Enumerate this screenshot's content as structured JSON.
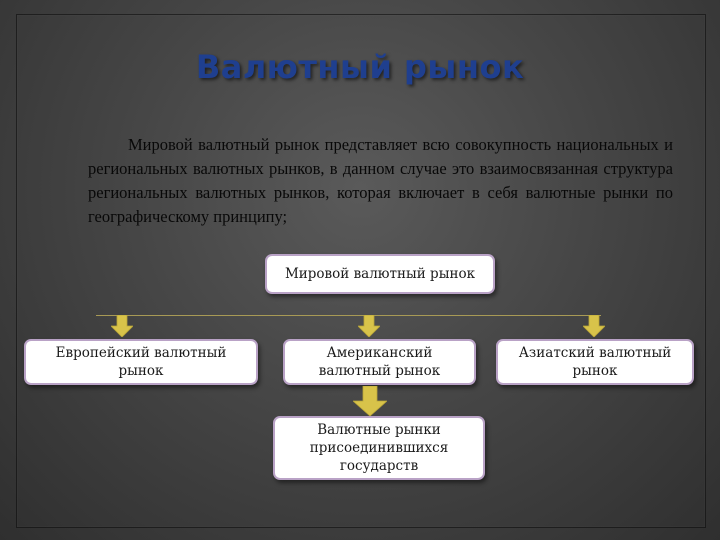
{
  "slide": {
    "title": "Валютный рынок",
    "body": "Мировой валютный рынок представляет всю совокупность национальных и региональных валютных рынков, в данном случае это взаимосвязанная структура региональных валютных рынков, которая включает в себя валютные рынки по географическому принципу;"
  },
  "diagram": {
    "root": "Мировой валютный рынок",
    "regions": [
      "Европейский валютный рынок",
      "Американский валютный рынок",
      "Азиатский валютный рынок"
    ],
    "sub": "Валютные рынки присоединившихся государств"
  },
  "colors": {
    "title": "#1f3f8f",
    "node_border": "#b9a2c6",
    "arrow": "#d8c34a",
    "connector": "#a89a55"
  }
}
